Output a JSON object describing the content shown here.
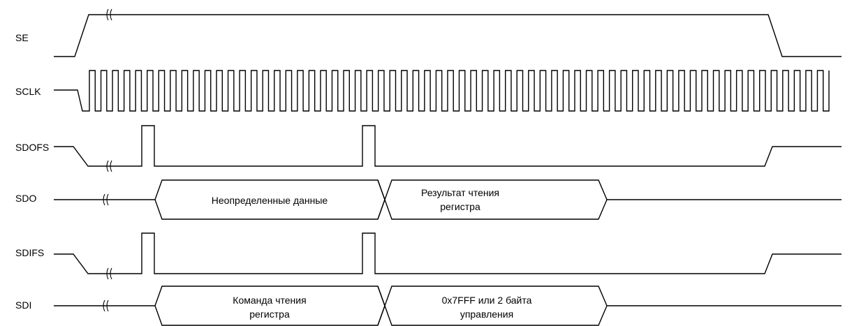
{
  "signals": {
    "se": "SE",
    "sclk": "SCLK",
    "sdofs": "SDOFS",
    "sdo": "SDO",
    "sdifs": "SDIFS",
    "sdi": "SDI"
  },
  "sdo_segments": {
    "first": [
      "Неопределенные данные"
    ],
    "second": [
      "Результат чтения",
      "регистра"
    ]
  },
  "sdi_segments": {
    "first": [
      "Команда чтения",
      "регистра"
    ],
    "second": [
      "0x7FFF или 2 байта",
      "управления"
    ]
  },
  "colors": {
    "line": "#000000",
    "background": "#ffffff"
  }
}
